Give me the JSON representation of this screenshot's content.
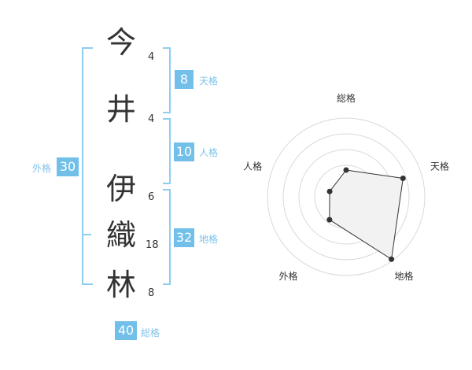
{
  "colors": {
    "accent": "#72c0ea",
    "bracket": "#8fcdf0",
    "text": "#333333",
    "radar_fill": "#f2f2f2"
  },
  "name": {
    "characters": [
      {
        "char": "今",
        "strokes": "4"
      },
      {
        "char": "井",
        "strokes": "4"
      },
      {
        "char": "伊",
        "strokes": "6"
      },
      {
        "char": "織",
        "strokes": "18"
      },
      {
        "char": "林",
        "strokes": "8"
      }
    ]
  },
  "fortune": {
    "tenkaku": {
      "value": "8",
      "label": "天格"
    },
    "jinkaku": {
      "value": "10",
      "label": "人格"
    },
    "chikaku": {
      "value": "32",
      "label": "地格"
    },
    "gaikaku": {
      "value": "30",
      "label": "外格"
    },
    "soukaku": {
      "value": "40",
      "label": "総格"
    }
  },
  "chart_data": {
    "type": "radar",
    "axes": [
      "総格",
      "天格",
      "地格",
      "外格",
      "人格"
    ],
    "values": [
      1.7,
      3.8,
      4.9,
      1.8,
      1.1
    ],
    "max": 5,
    "rings": 5
  }
}
